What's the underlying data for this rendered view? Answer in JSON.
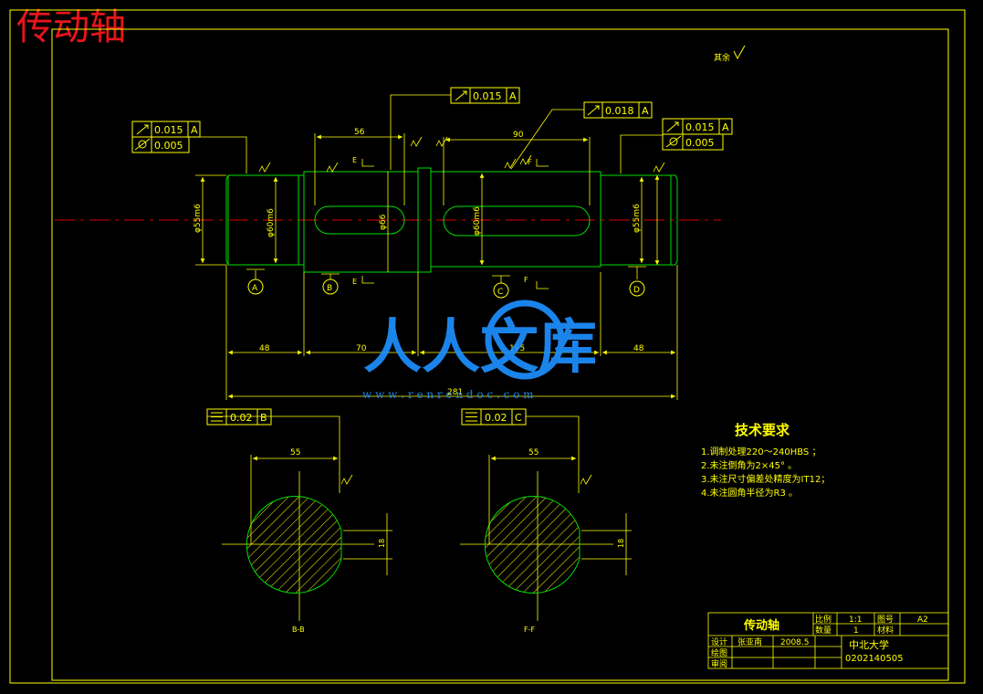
{
  "corner_title": "传动轴",
  "roughness_else": "其余",
  "tolerance_frames": {
    "left_runout": "0.015",
    "left_runout_datum": "A",
    "left_cyl": "0.005",
    "mid_runout": "0.015",
    "mid_runout_datum": "A",
    "key_runout": "0.018",
    "key_runout_datum": "A",
    "right_runout": "0.015",
    "right_runout_datum": "A",
    "right_cyl": "0.005",
    "sym_b": "0.02",
    "sym_b_datum": "B",
    "sym_c": "0.02",
    "sym_c_datum": "C"
  },
  "dimensions": {
    "key1_len": "56",
    "key2_len": "90",
    "dia_left": "φ55m6",
    "dia_left_shoulder": "φ60m6",
    "dia_collar": "φ66",
    "dia_mid": "φ60m6",
    "dia_right": "φ55m6",
    "seg_48_left": "48",
    "seg_70": "70",
    "seg_195": "195",
    "seg_48_right": "48",
    "total": "281",
    "sec_b_width": "55",
    "sec_c_width": "55",
    "sec_b_key": "18",
    "sec_c_key": "18"
  },
  "datums": {
    "a": "A",
    "b": "B",
    "c": "C",
    "d": "D"
  },
  "section_marks": {
    "e_top": "E",
    "e_bottom": "E",
    "f_top": "F",
    "f_bottom": "F"
  },
  "section_labels": {
    "b": "B-B",
    "c": "F-F"
  },
  "tech": {
    "title": "技术要求",
    "items": [
      "1.调制处理220～240HBS ；",
      "2.未注倒角为2×45° 。",
      "3.未注尺寸偏差处精度为IT12；",
      "4.未注圆角半径为R3 。"
    ]
  },
  "title_block": {
    "part_name": "传动轴",
    "scale_label": "比例",
    "scale_value": "1:1",
    "sheet_label": "图号",
    "sheet_value": "A2",
    "qty_label": "数量",
    "qty_value": "1",
    "material_label": "材料",
    "designer_label": "设计",
    "designer_name": "张亚南",
    "date": "2008.5",
    "drawer_label": "绘图",
    "reviewer_label": "审阅",
    "school": "中北大学",
    "student_id": "0202140505"
  },
  "watermark": {
    "text": "人人文库",
    "url": "w w w . r e n r e n d o c . c o m"
  },
  "colors": {
    "frame": "#ffff00",
    "outline": "#00e000",
    "center": "#e00000",
    "text": "#ffff00",
    "watermark": "#1e90ff",
    "corner_title": "#e8141c"
  }
}
